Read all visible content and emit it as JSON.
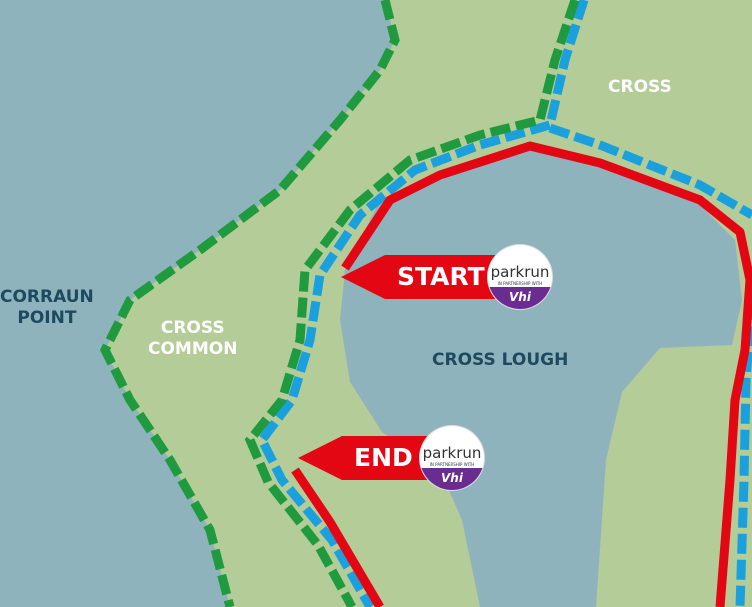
{
  "colors": {
    "water": "#8fb3bd",
    "land": "#b4cc98",
    "route_green": "#1f9a3f",
    "route_blue": "#1aa0dc",
    "route_red": "#e30613",
    "label": "#1d4a5e"
  },
  "labels": {
    "cross": "CROSS",
    "corraun_point": "CORRAUN\nPOINT",
    "cross_common": "CROSS\nCOMMON",
    "cross_lough": "CROSS LOUGH"
  },
  "markers": {
    "start": "START",
    "end": "END"
  },
  "logo": {
    "name": "parkrun",
    "tagline": "IN PARTNERSHIP WITH",
    "partner": "Vhi"
  }
}
